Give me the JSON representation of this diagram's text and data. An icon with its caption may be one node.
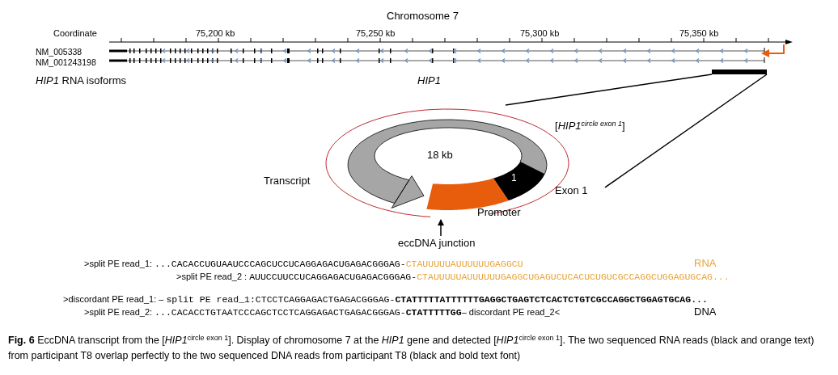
{
  "diagram": {
    "nodes": [
      {
        "text": [],
        "shape": "bar"
      },
      {
        "text": [],
        "shape": "circle"
      },
      {
        "text": [
          "eccDNA junction"
        ]
      }
    ],
    "edges": [
      {
        "from": 0,
        "to": 1,
        "arrow": "none"
      },
      {
        "from": 0,
        "to": 1,
        "arrow": "none"
      },
      {
        "from": 2,
        "to": 1,
        "arrow": "to"
      }
    ],
    "labels": [
      "Chromosome 7",
      "Coordinate",
      "75,200 kb",
      "75,250 kb",
      "75,300 kb",
      "75,350 kb",
      "NM_005338",
      "NM_001243198",
      "*HIP1* RNA isoforms",
      "HIP1",
      "[*HIP1*$^{circle exon 1}$]",
      "18 kb",
      "Transcript",
      "1",
      "Exon 1",
      "Promoter",
      ">split PE read_1:",
      "...CACACCUGUAAUCCCAGCUCCUCAGGAGACUGAGACGGGAG-",
      "CTAUUUUUAUUUUUUGAGGCU",
      "RNA",
      ">split PE read_2 :",
      "AUUCCUUCCUCAGGAGACUGAGACGGGAG-",
      "CTAUUUUUAUUUUUUGAGGCUGAGUCUCACUCUGUCGCCAGGCUGGAGUGCAG...",
      ">discordant PE read_1: –",
      "split PE read_1:CTCCTCAGGAGACTGAGACGGGAG-**CTATTTTTATTTTTTGAGGCTGAGTCTCACTCTGTCGCCAGGCTGGAGTGCAG...**",
      ">split PE read_2:",
      "...CACACCTGTAATCCCAGCTCCTCAGGAGACTGAGACGGGAG-**CTATTTTTGG**",
      "– discordant PE read_2<",
      "DNA"
    ],
    "caption": "**Fig. 6** EccDNA transcript from the [*HIP1*$^{circle exon 1}$]. Display of chromosome 7 at the *HIP1* gene and detected [*HIP1*$^{circle exon 1}$]. The two sequenced RNA reads (black and orange text) from participant T8 overlap perfectly to the two sequenced DNA reads from participant T8 (black and bold text font)"
  }
}
